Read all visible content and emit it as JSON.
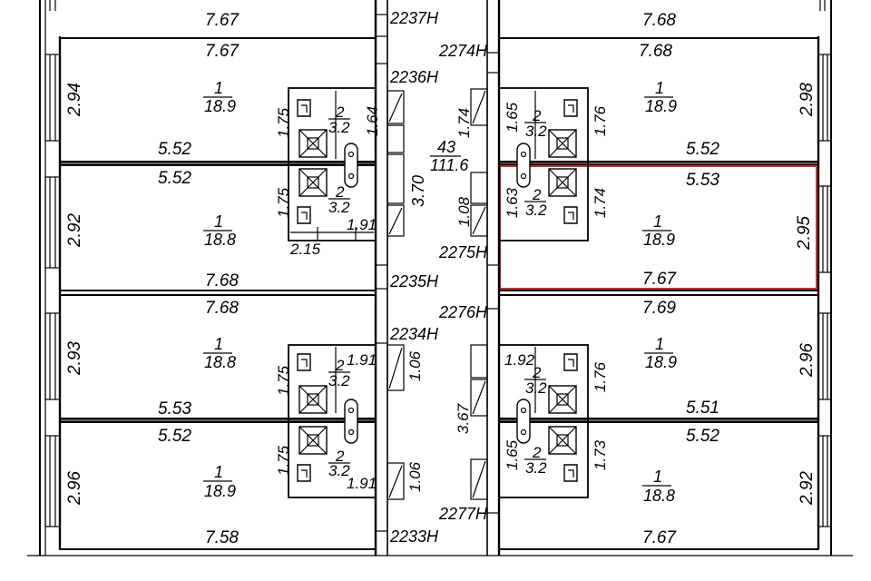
{
  "rooms": {
    "l1": {
      "top": "7.67",
      "bottom": "7.67",
      "side": "2.94",
      "code_num": "1",
      "code_den": "18.9"
    },
    "l1b": {
      "top": "5.52"
    },
    "l2": {
      "top": "5.52",
      "bottom": "7.68",
      "side": "2.92",
      "code_num": "1",
      "code_den": "18.8"
    },
    "l3": {
      "top": "7.68",
      "bottom": "5.53",
      "side": "2.93",
      "code_num": "1",
      "code_den": "18.8"
    },
    "l4": {
      "top": "5.52",
      "bottom": "7.58",
      "side": "2.96",
      "code_num": "1",
      "code_den": "18.9"
    },
    "r1": {
      "top": "7.68",
      "bottom": "7.68",
      "side": "2.98",
      "code_num": "1",
      "code_den": "18.9"
    },
    "r1b": {
      "top": "5.52"
    },
    "r2": {
      "top": "5.53",
      "bottom": "7.67",
      "side": "2.95",
      "code_num": "1",
      "code_den": "18.9"
    },
    "r3": {
      "top": "7.69",
      "bottom": "5.51",
      "side": "2.96",
      "code_num": "1",
      "code_den": "18.9"
    },
    "r4": {
      "top": "5.52",
      "bottom": "7.67",
      "side": "2.92",
      "code_num": "1",
      "code_den": "18.8"
    }
  },
  "wet": {
    "lt_v1": "1.75",
    "lt_v2": "1.64",
    "lt_v3": "1.75",
    "lt_h1": "1.91",
    "lt_h2": "2.15",
    "lt_c1_num": "2",
    "lt_c1_den": "3.2",
    "lt_c2_num": "2",
    "lt_c2_den": "3.2",
    "lb_v1": "1.75",
    "lb_v2": "1.75",
    "lb_h1": "1.91",
    "lb_h2": "1.91",
    "lb_c1_num": "2",
    "lb_c1_den": "3.2",
    "lb_c2_num": "2",
    "lb_c2_den": "3.2",
    "lb_w1": "1.06",
    "lb_w2": "1.06",
    "rt_v1": "1.74",
    "rt_v2": "1.65",
    "rt_v3": "1.76",
    "rt_v4": "1.08",
    "rt_v5": "1.63",
    "rt_v6": "1.74",
    "rt_c1_num": "2",
    "rt_c1_den": "3.2",
    "rt_c2_num": "2",
    "rt_c2_den": "3.2",
    "rb_h1": "1.92",
    "rb_v1": "1.76",
    "rb_v2": "1.65",
    "rb_v3": "1.73",
    "rb_corr": "3.67",
    "rb_c1_num": "2",
    "rb_c1_den": "3.2",
    "rb_c2_num": "2",
    "rb_c2_den": "3.2"
  },
  "corridor": {
    "dim_v": "3.70",
    "code_num": "43",
    "code_den": "111.6"
  },
  "units": {
    "u2237": "2237H",
    "u2236": "2236H",
    "u2235": "2235H",
    "u2234": "2234H",
    "u2233": "2233H",
    "u2274": "2274H",
    "u2275": "2275H",
    "u2276": "2276H",
    "u2277": "2277H"
  },
  "highlight": {
    "color": "#c9302c"
  }
}
